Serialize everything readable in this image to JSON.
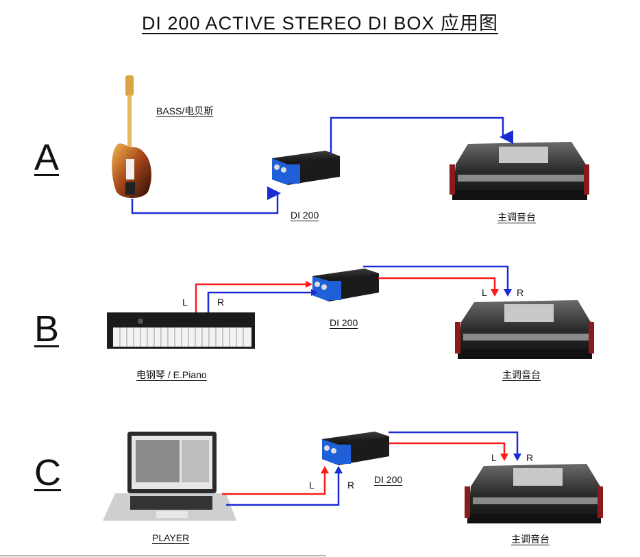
{
  "title": "DI 200  ACTIVE  STEREO  DI  BOX  应用图",
  "sections": {
    "a": {
      "letter": "A",
      "instrument_label": "BASS/电贝斯",
      "di_label": "DI 200",
      "console_label": "主调音台"
    },
    "b": {
      "letter": "B",
      "instrument_label": "电钢琴 / E.Piano",
      "di_label": "DI 200",
      "console_label": "主调音台",
      "left_label": "L",
      "right_label": "R",
      "console_left_label": "L",
      "console_right_label": "R"
    },
    "c": {
      "letter": "C",
      "instrument_label": "PLAYER",
      "di_label": "DI 200",
      "console_label": "主调音台",
      "left_label": "L",
      "right_label": "R",
      "console_left_label": "L",
      "console_right_label": "R"
    }
  },
  "colors": {
    "left_channel": "#ff1a1a",
    "right_channel": "#1a2bd6",
    "di_blue": "#1f5fd8",
    "console_dark": "#2a2a2a"
  }
}
